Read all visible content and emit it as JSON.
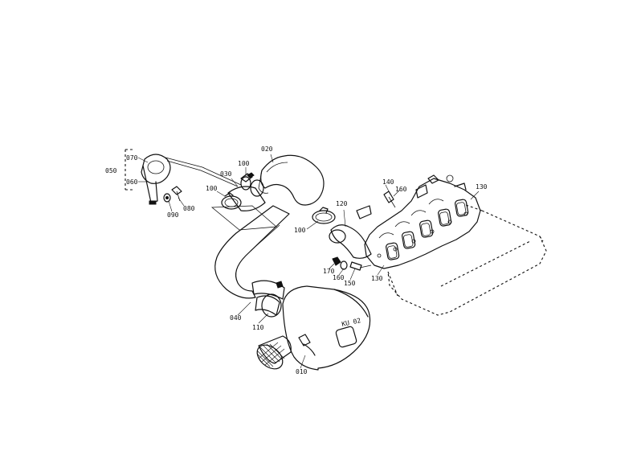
{
  "labels": {
    "l010": "010",
    "l020": "020",
    "l030": "030",
    "l040": "040",
    "l050": "050",
    "l060": "060",
    "l070": "070",
    "l080": "080",
    "l090": "090",
    "l100a": "100",
    "l100b": "100",
    "l100c": "100",
    "l110": "110",
    "l120": "120",
    "l130a": "130",
    "l130b": "130",
    "l140": "140",
    "l150": "150",
    "l160a": "160",
    "l160b": "160",
    "l170": "170"
  },
  "filter_marking": "KU 02"
}
